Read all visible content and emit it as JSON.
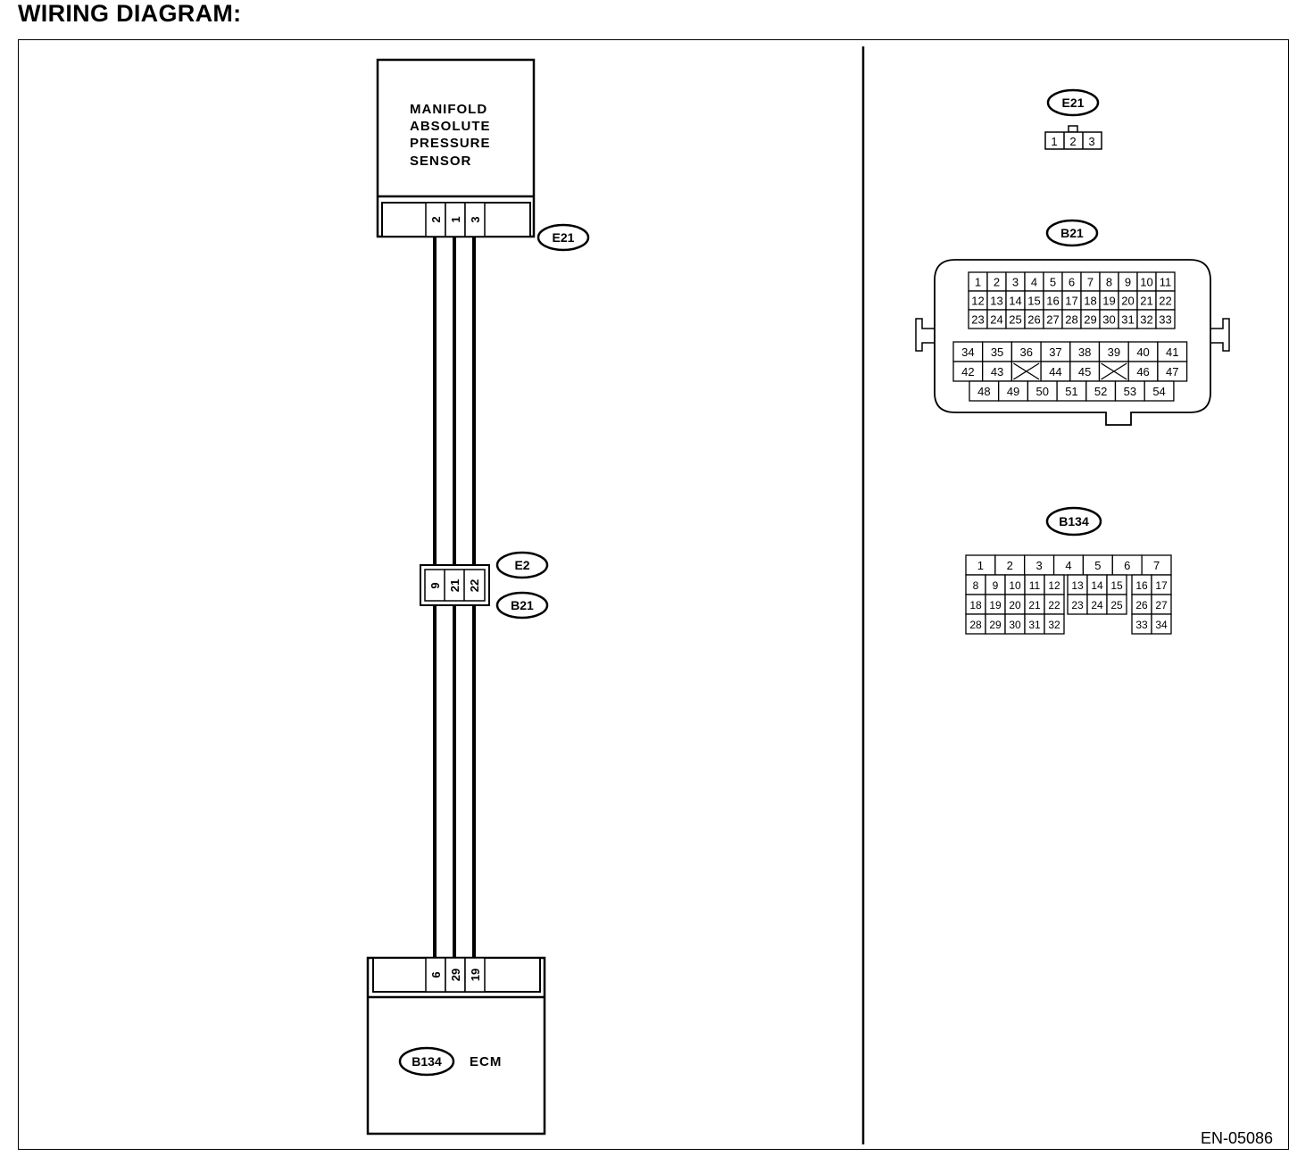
{
  "title": "WIRING DIAGRAM:",
  "figure_id": "EN-05086",
  "sensor": {
    "label_lines": [
      "MANIFOLD",
      "ABSOLUTE",
      "PRESSURE",
      "SENSOR"
    ],
    "connector": "E21",
    "pins": [
      "2",
      "1",
      "3"
    ]
  },
  "joint": {
    "connectors": [
      "E2",
      "B21"
    ],
    "pins": [
      "9",
      "21",
      "22"
    ]
  },
  "ecm": {
    "label": "ECM",
    "connector": "B134",
    "pins": [
      "6",
      "29",
      "19"
    ]
  },
  "connector_views": {
    "e21": {
      "label": "E21",
      "pins": [
        "1",
        "2",
        "3"
      ]
    },
    "b21": {
      "label": "B21",
      "upper_rows": [
        [
          "1",
          "2",
          "3",
          "4",
          "5",
          "6",
          "7",
          "8",
          "9",
          "10",
          "11"
        ],
        [
          "12",
          "13",
          "14",
          "15",
          "16",
          "17",
          "18",
          "19",
          "20",
          "21",
          "22"
        ],
        [
          "23",
          "24",
          "25",
          "26",
          "27",
          "28",
          "29",
          "30",
          "31",
          "32",
          "33"
        ]
      ],
      "lower_rows": [
        [
          "34",
          "35",
          "36",
          "37",
          "38",
          "39",
          "40",
          "41"
        ],
        [
          "42",
          "43",
          "",
          "44",
          "45",
          "",
          "46",
          "47"
        ],
        [
          "48",
          "49",
          "50",
          "51",
          "52",
          "53",
          "54"
        ]
      ]
    },
    "b134": {
      "label": "B134",
      "row1": [
        "1",
        "2",
        "3",
        "4",
        "5",
        "6",
        "7"
      ],
      "row2": [
        "8",
        "9",
        "10",
        "11",
        "12",
        "13",
        "14",
        "15",
        "16",
        "17"
      ],
      "row3": [
        "18",
        "19",
        "20",
        "21",
        "22",
        "23",
        "24",
        "25",
        "26",
        "27"
      ],
      "row4_left": [
        "28",
        "29",
        "30",
        "31",
        "32"
      ],
      "row4_right": [
        "33",
        "34"
      ]
    }
  }
}
